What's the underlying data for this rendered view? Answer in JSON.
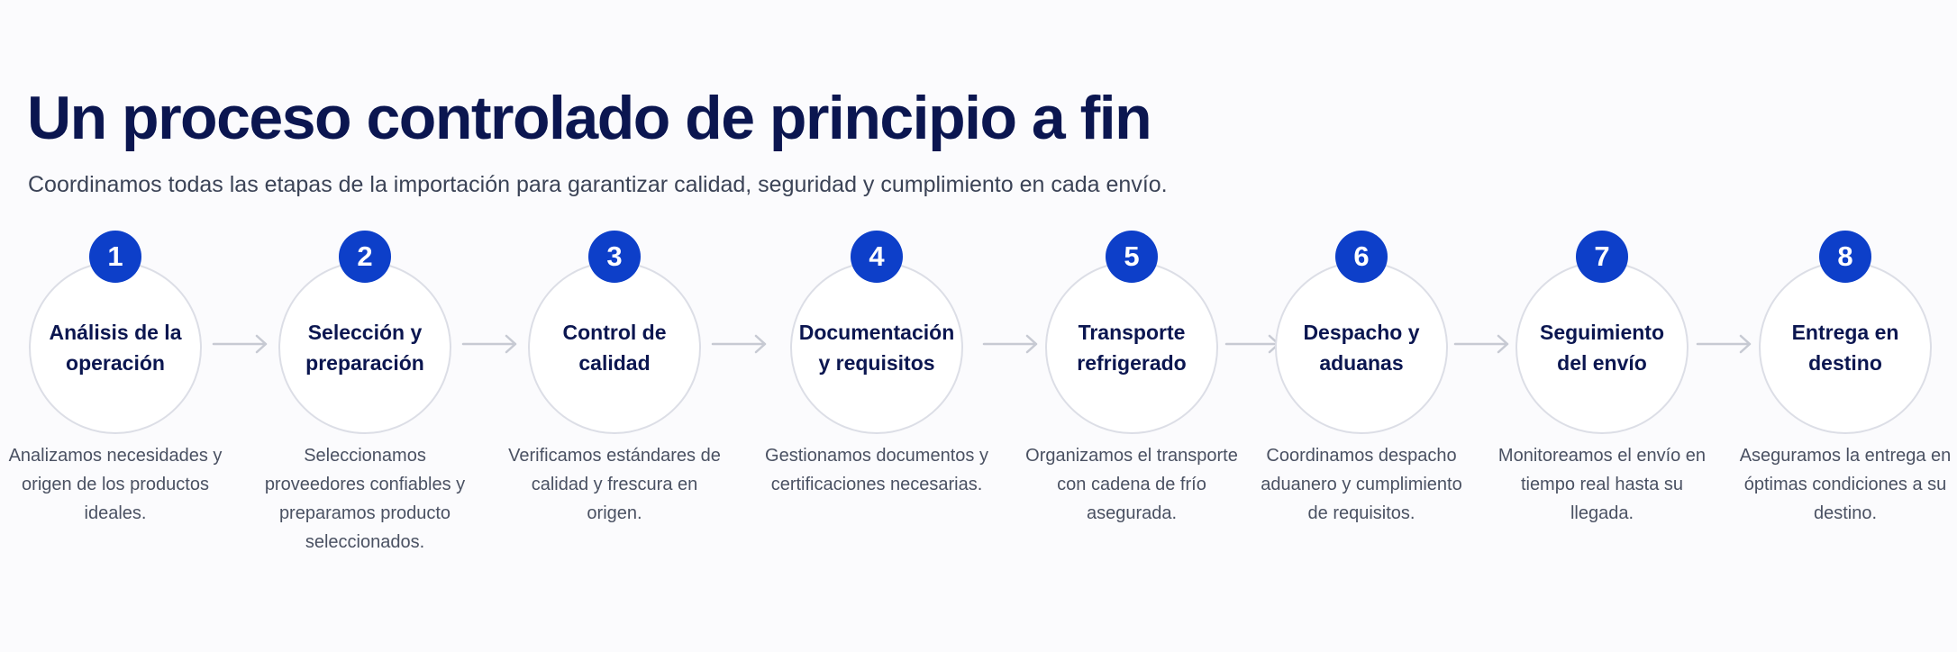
{
  "header": {
    "title": "Un proceso controlado de principio a fin",
    "subtitle": "Coordinamos todas las etapas de la importación para garantizar calidad, seguridad y cumplimiento en cada envío."
  },
  "colors": {
    "accent": "#0d3fc9",
    "title": "#0b1650",
    "circle_border": "#dcdee6",
    "arrow": "#c7cad3"
  },
  "steps": [
    {
      "number": "1",
      "title": "Análisis de la operación",
      "description": "Analizamos necesidades y origen de los productos ideales."
    },
    {
      "number": "2",
      "title": "Selección y preparación",
      "description": "Seleccionamos proveedores confiables y preparamos producto seleccionados."
    },
    {
      "number": "3",
      "title": "Control de calidad",
      "description": "Verificamos estándares de calidad y frescura en origen."
    },
    {
      "number": "4",
      "title": "Documentación y requisitos",
      "description": "Gestionamos documentos y certificaciones necesarias."
    },
    {
      "number": "5",
      "title": "Transporte refrigerado",
      "description": "Organizamos el transporte con cadena de frío asegurada."
    },
    {
      "number": "6",
      "title": "Despacho y aduanas",
      "description": "Coordinamos despacho aduanero y cumplimiento de requisitos."
    },
    {
      "number": "7",
      "title": "Seguimiento del envío",
      "description": "Monitoreamos el envío en tiempo real hasta su llegada."
    },
    {
      "number": "8",
      "title": "Entrega en destino",
      "description": "Aseguramos la entrega en óptimas condiciones a su destino."
    }
  ]
}
